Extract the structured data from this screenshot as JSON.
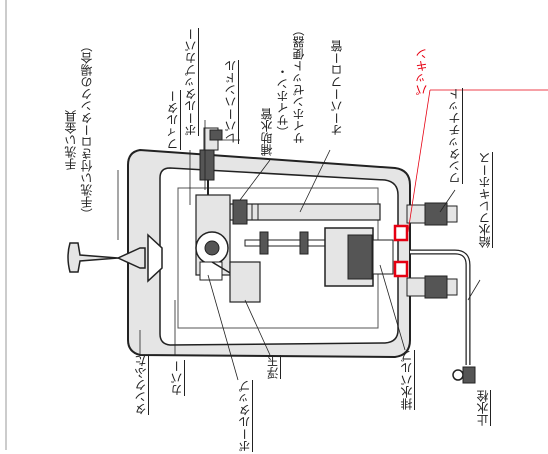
{
  "labels": {
    "tearai_kanagu": "手洗い金具",
    "tearai_kanagu_sub": "（手洗い付きロータンクの場合）",
    "filter": "フィルター",
    "balltap_cover": "ボールタップカバー",
    "lever_handle": "レバーハンドル",
    "hojo_suikan": "補助水管",
    "hojo_suikan_sub1": "（サイホン・",
    "hojo_suikan_sub2": "サイホンゼット便器）",
    "overflow_kan": "オーバーフロー管",
    "packing": "パッキン",
    "onetouch_nut": "ワンタッチナット",
    "kyusui_flexhose": "給水フレキホース",
    "tank_futa": "タンクふた",
    "cover": "カバー",
    "ball_tap": "ボールタップ",
    "ukidama": "浮玉",
    "haisui_valve": "排水バルブ",
    "shisuisen": "止水栓"
  },
  "colors": {
    "line": "#222222",
    "accent": "#e60012",
    "shade": "#e5e5e5",
    "dark": "#555555"
  }
}
